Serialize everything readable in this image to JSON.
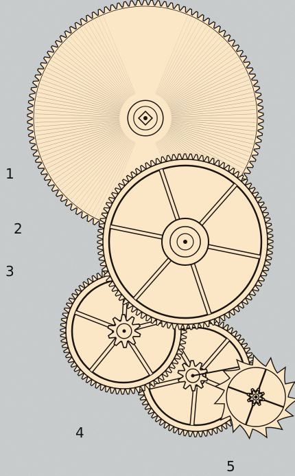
{
  "labels": [
    {
      "id": "1",
      "text": "1"
    },
    {
      "id": "2",
      "text": "2"
    },
    {
      "id": "3",
      "text": "3"
    },
    {
      "id": "4",
      "text": "4"
    },
    {
      "id": "5",
      "text": "5"
    }
  ],
  "colors": {
    "background": "#c9cdcd",
    "wheel_fill": "#fbe6c6",
    "ink": "#1a1411"
  },
  "parts": [
    {
      "name": "barrel-wheel"
    },
    {
      "name": "center-wheel"
    },
    {
      "name": "third-wheel"
    },
    {
      "name": "fourth-wheel"
    },
    {
      "name": "escape-wheel"
    }
  ]
}
